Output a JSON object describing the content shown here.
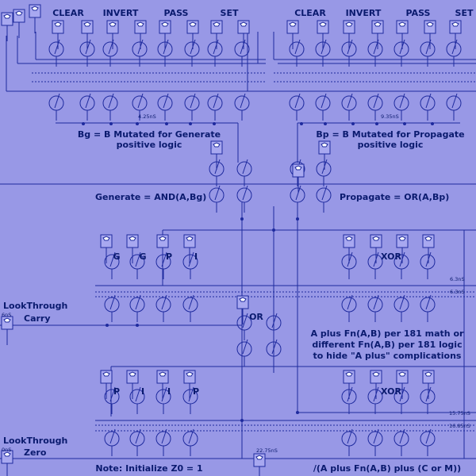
{
  "top_labels_left": [
    "CLEAR",
    "INVERT",
    "PASS",
    "SET"
  ],
  "top_labels_right": [
    "CLEAR",
    "INVERT",
    "PASS",
    "SET"
  ],
  "generate_label_1": "Bg = B Mutated for Generate",
  "generate_label_2": "positive logic",
  "propagate_label_1": "Bp = B Mutated for Propagate",
  "propagate_label_2": "positive logic",
  "and_label": "Generate = AND(A,Bg)",
  "or_label": "Propagate = OR(A,Bp)",
  "gpi_labels": [
    "G",
    "G",
    "P",
    "I"
  ],
  "xor_label_1": "XOR",
  "or_gate_label": "OR",
  "lookthrough_carry_1": "LookThrough",
  "lookthrough_carry_2": "Carry",
  "lookthrough_zero_1": "LookThrough",
  "lookthrough_zero_2": "Zero",
  "note_1": "A plus Fn(A,B) per 181 math or",
  "note_2": "different Fn(A,B) per 181 logic",
  "note_3": "to hide \"A plus\" complications",
  "pip_labels": [
    "P",
    "I",
    "I",
    "P"
  ],
  "xor_label_2": "XOR",
  "init_note": "Note: Initialize Z0 = 1",
  "sum_label": "/(A plus Fn(A,B) plus (C or M))",
  "timing": {
    "t1": "4.25nS",
    "t2": "9.35nS",
    "t3": "6.3nS",
    "t4": "6.3nS",
    "t5": "15.75nS",
    "t6": "16.85nS",
    "t7": "22.75nS",
    "t8": "6nS",
    "t9": "0nS"
  },
  "colors": {
    "background": "#9898e6",
    "wire": "#1e2a9e",
    "text": "#0a1a6e"
  }
}
